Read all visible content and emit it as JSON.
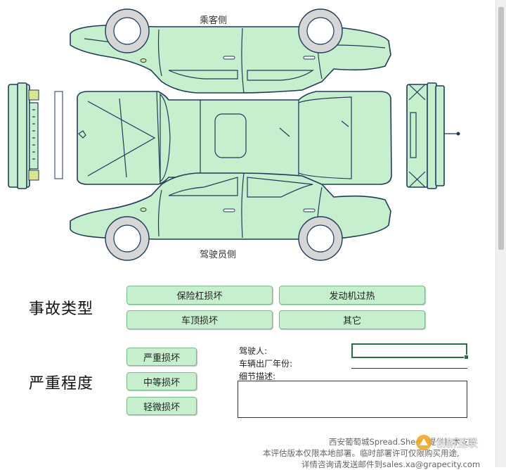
{
  "diagram": {
    "passenger_side_label": "乘客侧",
    "driver_side_label": "驾驶员侧"
  },
  "accident_type": {
    "title": "事故类型",
    "buttons": [
      "保险杠损坏",
      "发动机过热",
      "车顶损坏",
      "其它"
    ]
  },
  "severity": {
    "title": "严重程度",
    "buttons": [
      "严重损坏",
      "中等损坏",
      "轻微损坏"
    ]
  },
  "form": {
    "driver_label": "驾驶人:",
    "driver_value": "",
    "vehicle_year_label": "车辆出厂年份:",
    "vehicle_year_value": "",
    "description_label": "细节描述:",
    "description_value": ""
  },
  "footer": {
    "line1": "西安葡萄城Spread.Sheets提供技术支持",
    "line2": "本评估版本仅限本地部署。临时部署许可仅限购买用途,",
    "line3": "详情咨询请发送邮件到sales.xa@grapecity.com"
  },
  "watermark": {
    "text": "创新互联"
  },
  "colors": {
    "car_fill": "#c6efce",
    "car_stroke": "#1f3a5c",
    "button_fill": "#c6efce",
    "active_cell": "#217346"
  }
}
